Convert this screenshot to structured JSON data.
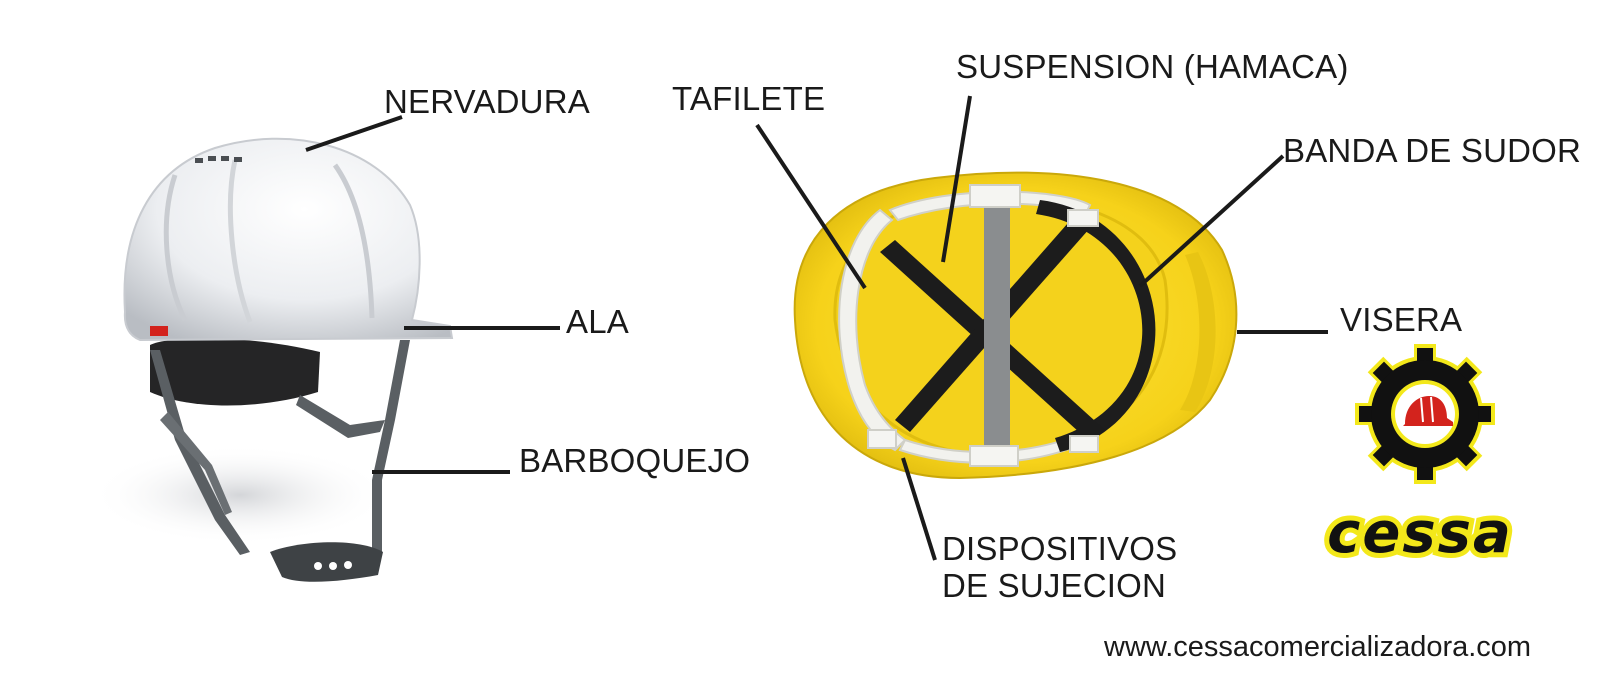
{
  "labels": {
    "nervadura": "NERVADURA",
    "ala": "ALA",
    "barboquejo": "BARBOQUEJO",
    "tafilete": "TAFILETE",
    "suspension": "SUSPENSION (HAMACA)",
    "banda_de_sudor": "BANDA DE SUDOR",
    "visera": "VISERA",
    "dispositivos_line1": "DISPOSITIVOS",
    "dispositivos_line2": "DE SUJECION"
  },
  "brand": {
    "logo_text": "cessa",
    "website": "www.cessacomercializadora.com"
  },
  "colors": {
    "helmet_white": "#eceef1",
    "helmet_yellow": "#f6d21a",
    "strap_gray": "#555a5e",
    "logo_yellow": "#f3e81a",
    "logo_red": "#d3231d",
    "ink": "#1a1a1a"
  },
  "icons": {
    "logo": "gear-helmet-logo-icon"
  }
}
